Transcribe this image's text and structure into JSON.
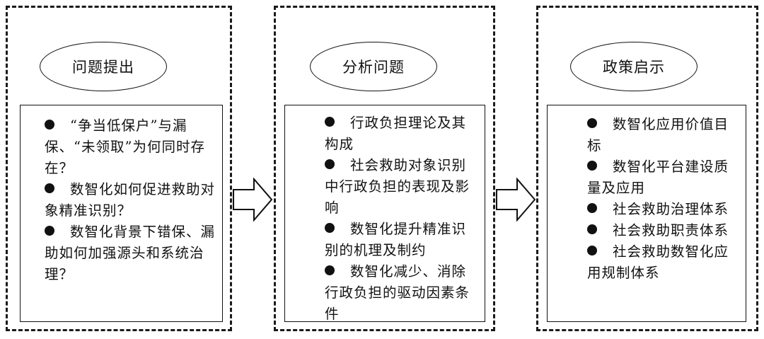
{
  "panels": [
    {
      "title": "问题提出",
      "items": [
        "“争当低保户”与漏保、“未领取”为何同时存在？",
        "数智化如何促进救助对象精准识别？",
        "数智化背景下错保、漏助如何加强源头和系统治理？"
      ]
    },
    {
      "title": "分析问题",
      "items": [
        "行政负担理论及其构成",
        "社会救助对象识别中行政负担的表现及影响",
        "数智化提升精准识别的机理及制约",
        "数智化减少、消除行政负担的驱动因素条件"
      ]
    },
    {
      "title": "政策启示",
      "items": [
        "数智化应用价值目标",
        "数智化平台建设质量及应用",
        "社会救助治理体系",
        "社会救助职责体系",
        "社会救助数智化应用规制体系"
      ]
    }
  ],
  "arrows": [
    {
      "icon": "hollow-right-arrow-icon"
    },
    {
      "icon": "hollow-right-arrow-icon"
    }
  ]
}
